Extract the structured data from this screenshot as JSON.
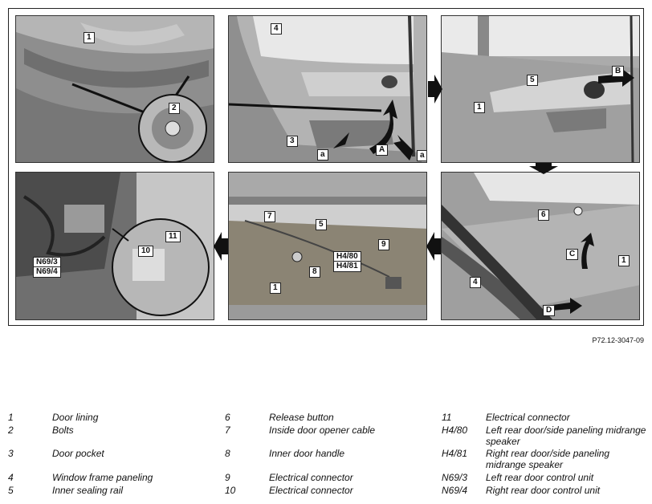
{
  "figure": {
    "panels": [
      {
        "id": "p1",
        "callouts": [
          "1",
          "2"
        ]
      },
      {
        "id": "p2",
        "callouts": [
          "4",
          "3",
          "a",
          "A",
          "a"
        ]
      },
      {
        "id": "p3",
        "callouts": [
          "5",
          "1",
          "B"
        ]
      },
      {
        "id": "p4",
        "callouts": [
          "6",
          "C",
          "1",
          "4",
          "D"
        ]
      },
      {
        "id": "p5",
        "callouts": [
          "7",
          "5",
          "9",
          "8",
          "H4/80",
          "H4/81",
          "1"
        ]
      },
      {
        "id": "p6",
        "callouts": [
          "11",
          "10",
          "N69/3",
          "N69/4"
        ]
      }
    ],
    "reference": "P72.12-3047-09"
  },
  "legend": [
    {
      "num": "1",
      "text": "Door lining"
    },
    {
      "num": "2",
      "text": "Bolts"
    },
    {
      "num": "3",
      "text": "Door pocket"
    },
    {
      "num": "4",
      "text": "Window frame paneling"
    },
    {
      "num": "5",
      "text": "Inner sealing rail"
    },
    {
      "num": "6",
      "text": "Release button"
    },
    {
      "num": "7",
      "text": "Inside door opener cable"
    },
    {
      "num": "8",
      "text": "Inner door handle"
    },
    {
      "num": "9",
      "text": "Electrical connector"
    },
    {
      "num": "10",
      "text": "Electrical connector"
    },
    {
      "num": "11",
      "text": "Electrical connector"
    },
    {
      "num": "H4/80",
      "text": "Left rear door/side paneling midrange speaker"
    },
    {
      "num": "H4/81",
      "text": "Right rear door/side paneling midrange speaker"
    },
    {
      "num": "N69/3",
      "text": "Left rear door control unit"
    },
    {
      "num": "N69/4",
      "text": "Right rear door control unit"
    }
  ]
}
